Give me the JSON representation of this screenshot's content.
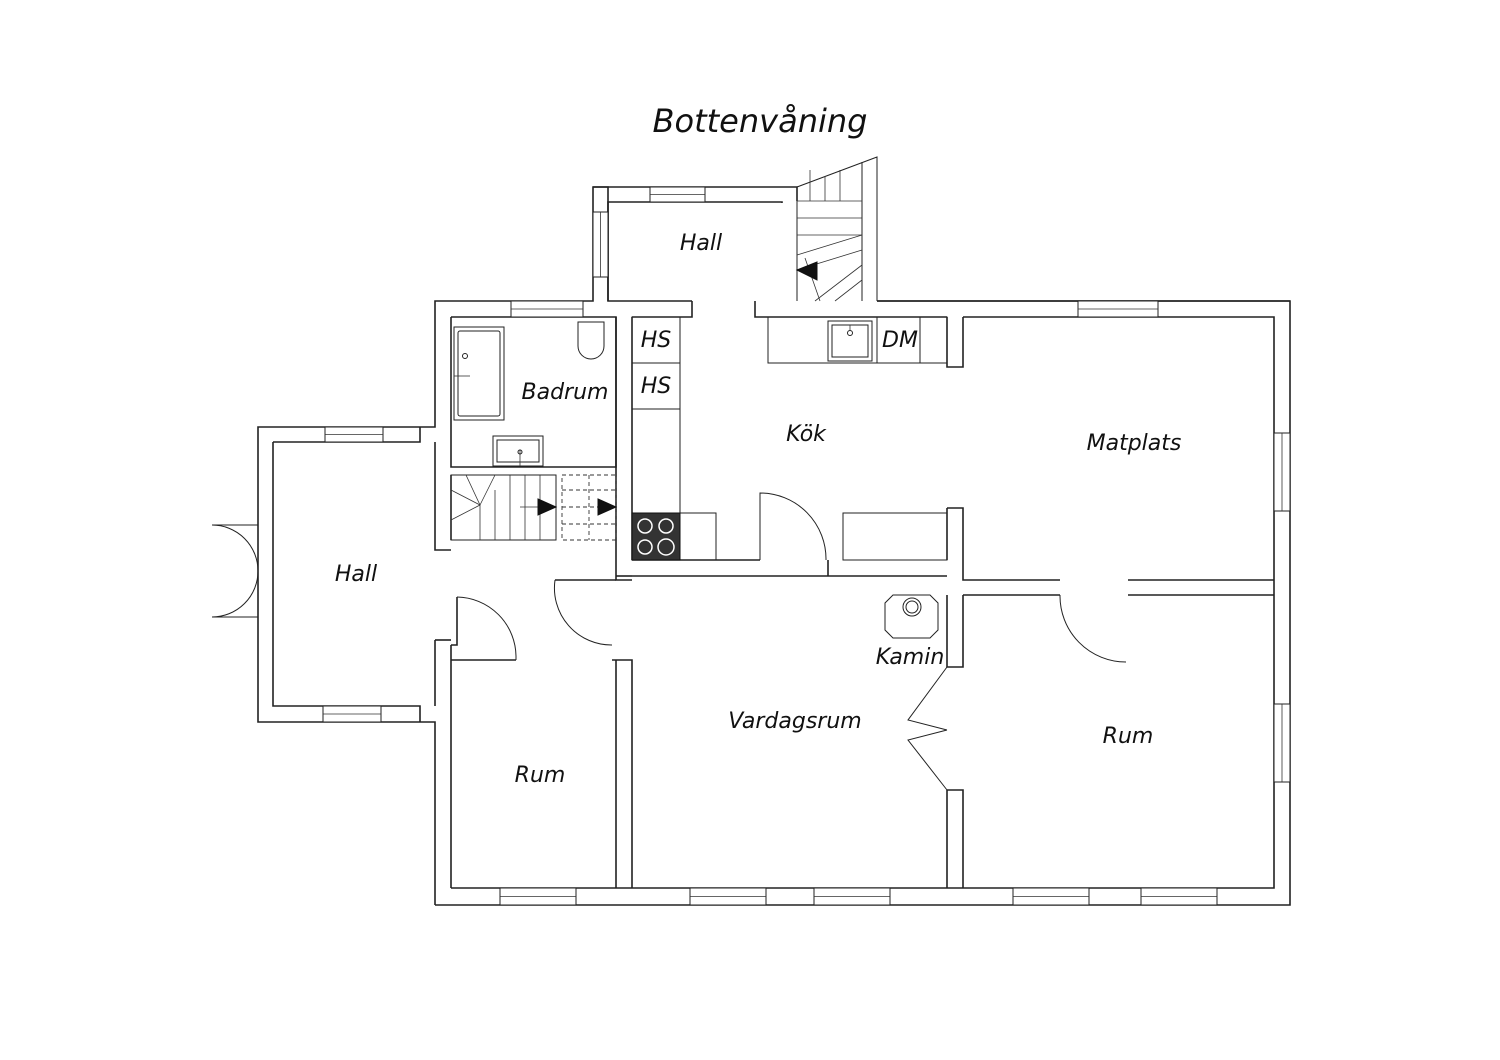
{
  "title": "Bottenvåning",
  "rooms": {
    "hall_top": "Hall",
    "hall_left": "Hall",
    "badrum": "Badrum",
    "kok": "Kök",
    "matplats": "Matplats",
    "vardagsrum": "Vardagsrum",
    "rum_left": "Rum",
    "rum_right": "Rum",
    "kamin": "Kamin"
  },
  "fixtures": {
    "hs_1": "HS",
    "hs_2": "HS",
    "dm": "DM"
  }
}
